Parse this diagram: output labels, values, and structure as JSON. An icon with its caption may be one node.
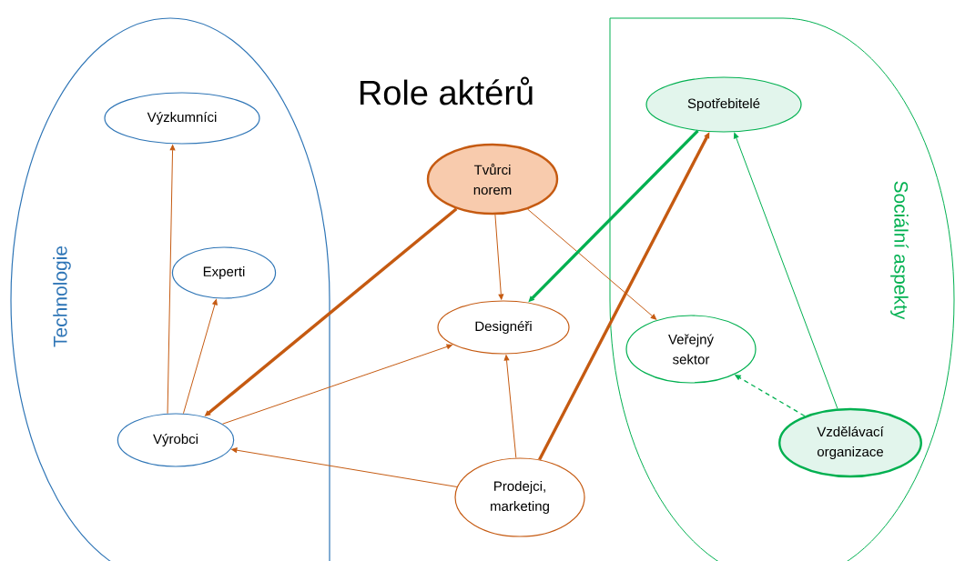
{
  "diagram": {
    "title": "Role aktérů",
    "nodes": [
      {
        "text": [
          "Technologie"
        ]
      },
      {
        "text": [
          "Výzkumníci"
        ],
        "in": 0
      },
      {
        "text": [
          "Experti"
        ],
        "in": 0
      },
      {
        "text": [
          "Výrobci"
        ],
        "in": 0
      },
      {
        "text": [
          "Tvůrci norem"
        ]
      },
      {
        "text": [
          "Designéři"
        ]
      },
      {
        "text": [
          "Prodejci, marketing"
        ]
      },
      {
        "text": [
          "Sociální aspekty"
        ]
      },
      {
        "text": [
          "Spotřebitelé"
        ],
        "in": 7
      },
      {
        "text": [
          "Veřejný sektor"
        ],
        "in": 7
      },
      {
        "text": [
          "Vzdělávací organizace"
        ],
        "in": 7
      }
    ],
    "edges": [
      {
        "from": 3,
        "to": 1,
        "arrow": "to"
      },
      {
        "from": 3,
        "to": 2,
        "arrow": "to"
      },
      {
        "from": 4,
        "to": 3,
        "arrow": "to",
        "style": "thick"
      },
      {
        "from": 4,
        "to": 5,
        "arrow": "to"
      },
      {
        "from": 4,
        "to": 9,
        "arrow": "to"
      },
      {
        "from": 3,
        "to": 5,
        "arrow": "to"
      },
      {
        "from": 6,
        "to": 3,
        "arrow": "to"
      },
      {
        "from": 6,
        "to": 5,
        "arrow": "to"
      },
      {
        "from": 6,
        "to": 8,
        "arrow": "to",
        "style": "thick"
      },
      {
        "from": 8,
        "to": 5,
        "arrow": "to",
        "style": "thick",
        "color": "#00b050"
      },
      {
        "from": 10,
        "to": 8,
        "arrow": "to",
        "color": "#00b050"
      },
      {
        "from": 10,
        "to": 9,
        "arrow": "to",
        "style": "dashed",
        "color": "#00b050"
      }
    ]
  }
}
